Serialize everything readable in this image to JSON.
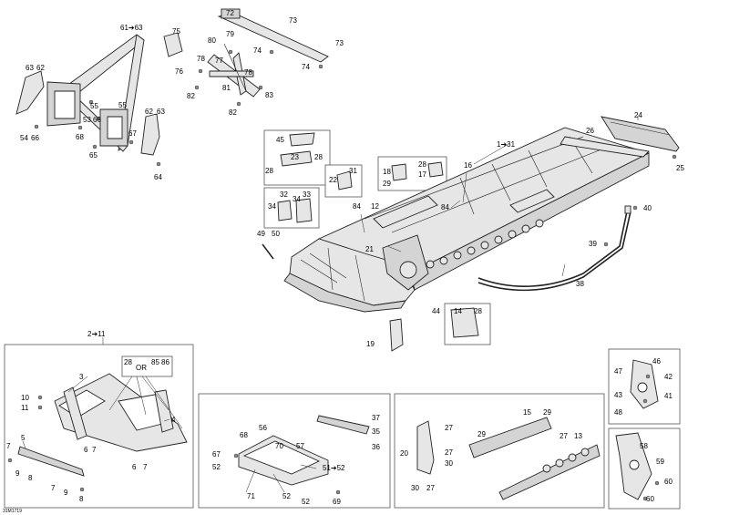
{
  "diagram": {
    "reference_code": "31M1719",
    "callouts": {
      "c_61_63": "61➔63",
      "c_75": "75",
      "c_72": "72",
      "c_73a": "73",
      "c_73b": "73",
      "c_80": "80",
      "c_79": "79",
      "c_74a": "74",
      "c_74b": "74",
      "c_78a": "78",
      "c_77": "77",
      "c_78b": "78",
      "c_76": "76",
      "c_81": "81",
      "c_82a": "82",
      "c_83": "83",
      "c_82b": "82",
      "c_63a": "63",
      "c_62a": "62",
      "c_55a": "55",
      "c_55b": "55",
      "c_53": "53",
      "c_66a": "66",
      "c_68": "68",
      "c_54": "54",
      "c_66b": "66",
      "c_65": "65",
      "c_67": "67",
      "c_62b": "62",
      "c_63b": "63",
      "c_64": "64",
      "c_24": "24",
      "c_26": "26",
      "c_1_31": "1➔31",
      "c_25": "25",
      "c_16": "16",
      "c_45": "45",
      "c_23": "23",
      "c_28a": "28",
      "c_28b": "28",
      "c_18": "18",
      "c_28c": "28",
      "c_17": "17",
      "c_29": "29",
      "c_22": "22",
      "c_31": "31",
      "c_32": "32",
      "c_33": "33",
      "c_34a": "34",
      "c_34b": "34",
      "c_84": "84",
      "c_12": "12",
      "c_84b": "84",
      "c_40": "40",
      "c_49": "49",
      "c_50": "50",
      "c_21": "21",
      "c_39": "39",
      "c_38": "38",
      "c_14": "14",
      "c_28d": "28",
      "c_44": "44",
      "c_19": "19",
      "c_2_11": "2➔11",
      "c_28e": "28",
      "c_or": "OR",
      "c_85": "85",
      "c_86": "86",
      "c_3": "3",
      "c_10": "10",
      "c_11": "11",
      "c_4": "4",
      "c_5": "5",
      "c_7a": "7",
      "c_9a": "9",
      "c_8a": "8",
      "c_6a": "6",
      "c_7b": "7",
      "c_6b": "6",
      "c_7c": "7",
      "c_7d": "7",
      "c_9b": "9",
      "c_8b": "8",
      "c_37": "37",
      "c_35": "35",
      "c_36": "36",
      "c_68b": "68",
      "c_56": "56",
      "c_67b": "67",
      "c_70": "70",
      "c_57": "57",
      "c_52a": "52",
      "c_51_52": "51➔52",
      "c_71": "71",
      "c_52b": "52",
      "c_52c": "52",
      "c_69": "69",
      "c_27a": "27",
      "c_15": "15",
      "c_29b": "29",
      "c_29c": "29",
      "c_27b": "27",
      "c_13": "13",
      "c_20": "20",
      "c_27c": "27",
      "c_30a": "30",
      "c_30b": "30",
      "c_27d": "27",
      "c_46": "46",
      "c_47": "47",
      "c_42": "42",
      "c_43": "43",
      "c_41": "41",
      "c_48": "48",
      "c_58": "58",
      "c_59": "59",
      "c_60a": "60",
      "c_60b": "60"
    }
  }
}
